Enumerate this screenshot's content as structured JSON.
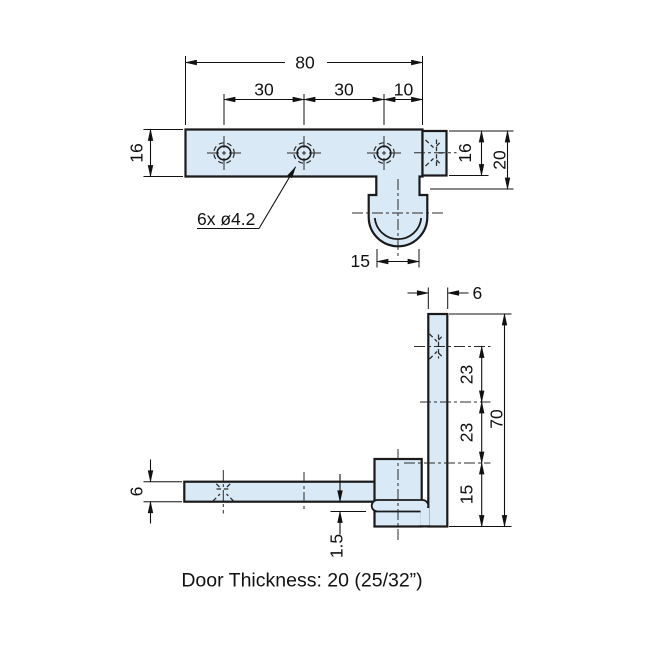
{
  "caption": "Door Thickness: 20 (25/32”)",
  "top_view": {
    "hole_note": "6x ø4.2",
    "dim_overall_width": "80",
    "dim_hole_pitch_a": "30",
    "dim_hole_pitch_b": "30",
    "dim_hole_to_edge": "10",
    "dim_leaf_height_left": "16",
    "dim_leaf_height_right": "16",
    "dim_knuckle_offset": "20",
    "dim_knuckle_width": "15"
  },
  "side_view": {
    "dim_leaf_thickness_top": "6",
    "dim_leaf_thickness_left": "6",
    "dim_hole_pitch_a": "23",
    "dim_hole_pitch_b": "23",
    "dim_hole_to_bottom": "15",
    "dim_overall_height": "70",
    "dim_knuckle_protrusion": "1.5"
  },
  "colors": {
    "part_fill": "#d9e9f6",
    "outline": "#1a1a1a",
    "dimension": "#111111",
    "background": "#ffffff"
  }
}
